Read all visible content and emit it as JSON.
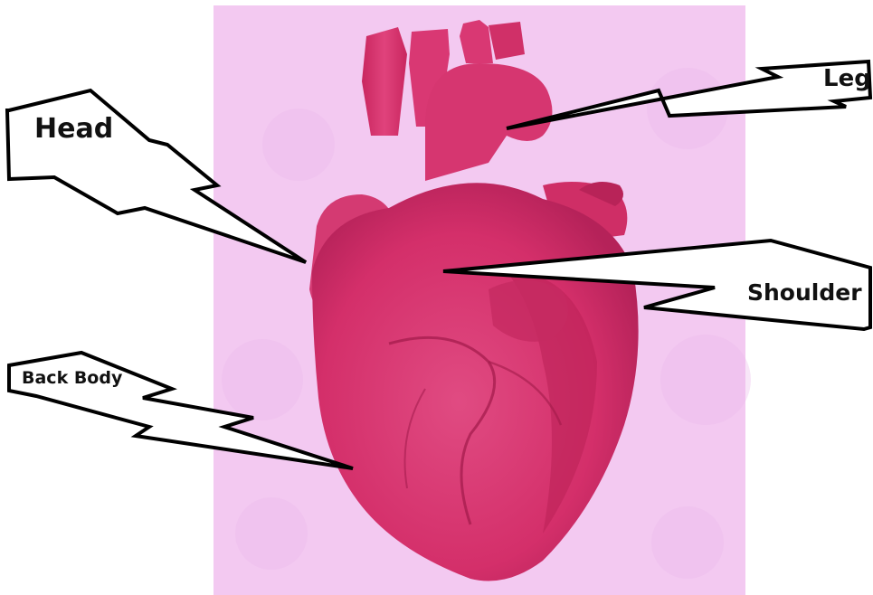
{
  "labels": {
    "head": "Head",
    "leg": "Leg",
    "shoulder": "Shoulder",
    "back_body": "Back Body"
  },
  "colors": {
    "background_panel": "#f3c9f1",
    "heart_main": "#d42f6a",
    "heart_dark": "#a81d4f",
    "heart_light": "#e8508a",
    "callout_stroke": "#000000",
    "callout_fill": "#ffffff"
  }
}
